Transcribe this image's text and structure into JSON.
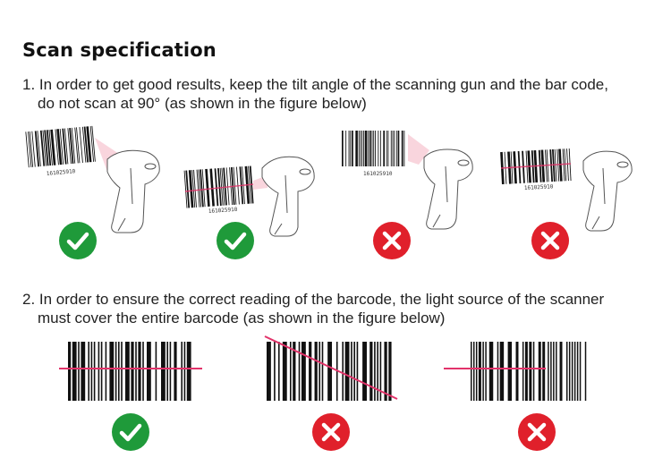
{
  "heading": {
    "title": "Scan specification"
  },
  "instruction_1": {
    "line1": "1. In order to get good results, keep the tilt angle of the scanning gun and the bar code,",
    "line2": "do not scan at 90° (as shown in the figure below)"
  },
  "instruction_2": {
    "line1": "2. In order to ensure the correct reading of the barcode, the light source of the scanner",
    "line2": "must cover the entire barcode  (as shown in the figure below)"
  },
  "barcode_number": "161025910",
  "tilt_examples": [
    {
      "result": "correct",
      "icon": "check-icon"
    },
    {
      "result": "correct",
      "icon": "check-icon"
    },
    {
      "result": "incorrect",
      "icon": "cross-icon"
    },
    {
      "result": "incorrect",
      "icon": "cross-icon"
    }
  ],
  "coverage_examples": [
    {
      "result": "correct",
      "coverage": "full",
      "icon": "check-icon"
    },
    {
      "result": "incorrect",
      "coverage": "diagonal",
      "icon": "cross-icon"
    },
    {
      "result": "incorrect",
      "coverage": "partial",
      "icon": "cross-icon"
    }
  ],
  "colors": {
    "correct": "#1f9a3a",
    "incorrect": "#e0202b",
    "laser": "#e2336a",
    "barcode": "#111111"
  }
}
